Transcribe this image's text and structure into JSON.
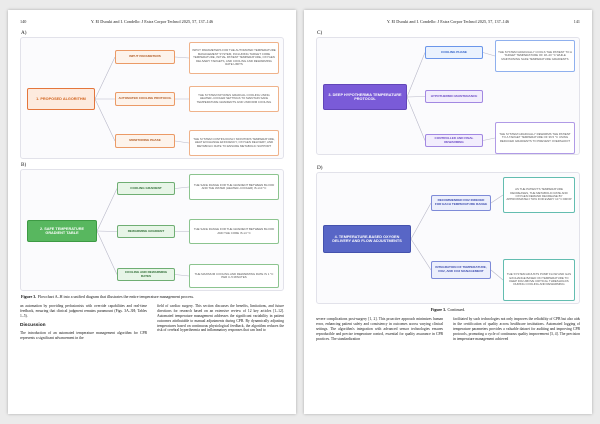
{
  "colors": {
    "panel_a_accent": "#e4763c",
    "panel_b_accent": "#58b75f",
    "panel_c_accent": "#7a5bd8",
    "panel_d_accent": "#5866c6",
    "panel_d_note_accent": "#4db6ac",
    "viewer_background": "#ebebeb"
  },
  "left_page": {
    "page_number": "140",
    "running_head": "Y. El Dsouki and I. Condello: J Extra Corpor Technol 2025, 57, 137–146",
    "panel_a": {
      "label": "A)",
      "main": "1. PROPOSED ALGORITHM",
      "steps": [
        "INPUT PARAMETERS",
        "AUTOMATED COOLING PROTOCOL",
        "MONITORING PHASE"
      ],
      "notes": [
        "INPUT PARAMETERS FOR THE AUTOMATED TEMPERATURE MANAGEMENT SYSTEM, INCLUDING TARGET CORE TEMPERATURE, INITIAL PATIENT TEMPERATURE, OXYGEN DELIVERY TARGETS, AND COOLING AND REWARMING RATE LIMITS",
        "THE SYSTEM INITIATES GRADUAL COOLING USING HEATER–COOLER SETTINGS TO MAINTAIN SAFE TEMPERATURE GRADIENTS AND UNIFORM COOLING",
        "THE SYSTEM CONTINUOUSLY MONITORS TEMPERATURE, HEAT EXCHANGE EFFICIENCY, OXYGEN DELIVERY, AND METABOLIC RATE TO ENSURE METABOLIC SUPPORT"
      ]
    },
    "panel_b": {
      "label": "B)",
      "main": "2. SAFE TEMPERATURE GRADIENT TABLE",
      "steps": [
        "COOLING GRADIENT",
        "REWARMING GRADIENT",
        "COOLING AND REWARMING RATES"
      ],
      "notes": [
        "THE SAFE RANGE FOR THE GRADIENT BETWEEN BLOOD AND THE WATER (HEATER–COOLER) IS ≤10 °C",
        "THE SAFE RANGE FOR THE GRADIENT BETWEEN BLOOD AND THE CORE IS ≤4 °C",
        "THE MAXIMUM COOLING AND REWARMING RATE IS 1 °C PER 3–5 MINUTES"
      ]
    },
    "caption": {
      "label": "Figure 3.",
      "text": "Flowchart A–H into a unified diagram that illustrates the entire temperature management process."
    },
    "columns": {
      "col1_para": "an automation by providing perfusionists with override capabilities and real-time feedback, ensuring that clinical judgment remains paramount (Figs. 3A–3H; Tables 1–5).",
      "heading": "Discussion",
      "col1_para2": "The introduction of an automated temperature management algorithm for CPB represents a significant advancement in the",
      "col2_para": "field of cardiac surgery. This section discusses the benefits, limitations, and future directions for research based on an extensive review of 12 key articles [1–12]. Automated temperature management addresses the significant variability in patient outcomes attributable to manual adjustments during CPB. By dynamically adjusting temperatures based on continuous physiological feedback, the algorithm reduces the risk of cerebral hyperthermia and inflammatory responses that can lead to"
    }
  },
  "right_page": {
    "page_number": "141",
    "running_head": "Y. El Dsouki and I. Condello: J Extra Corpor Technol 2025, 57, 137–146",
    "panel_c": {
      "label": "C)",
      "main": "3. DEEP HYPOTHERMIA TEMPERATURE PROTOCOL",
      "steps": [
        "COOLING PHASE",
        "HYPOTHERMIC MAINTENANCE",
        "CONTROLLED AND FINAL REWARMING"
      ],
      "notes": [
        "THE SYSTEM GRADUALLY COOLS THE PATIENT TO A TARGET TEMPERATURE OF 18–20 °C WHILE MAINTAINING SAFE TEMPERATURE GRADIENTS",
        "THE SYSTEM GRADUALLY REWARMS THE PATIENT TO A TARGET TEMPERATURE OF 36.5 °C USING REDUCED GRADIENTS TO PREVENT OVERSHOOT"
      ]
    },
    "panel_d": {
      "label": "D)",
      "main": "4. TEMPERATURE-BASED OXYGEN DELIVERY AND FLOW ADJUSTMENTS",
      "steps": [
        "RECOMMENDED DO2 INDEXED FOR EACH TEMPERATURE RANGE",
        "INTEGRATION OF TEMPERATURE, DO2, AND CO2 MANAGEMENT"
      ],
      "notes": [
        "AS THE PATIENT'S TEMPERATURE DECREASES, THE METABOLIC RATE AND OXYGEN DEMAND DECREASE BY APPROXIMATELY 50% FOR EVERY 10 °C DROP",
        "THE SYSTEM ADJUSTS PUMP FLOW AND GAS EXCHANGE BASED ON TEMPERATURE TO KEEP DO2 ABOVE CRITICAL THRESHOLDS DURING COOLING AND REWARMING"
      ]
    },
    "caption": {
      "label": "Figure 3.",
      "text": "Continued."
    },
    "columns": {
      "col1_para": "severe complications post-surgery [1, 2]. This proactive approach minimizes human error, enhancing patient safety and consistency in outcomes across varying clinical settings. The algorithm's integration with advanced sensor technologies ensures reproducible and precise temperature control, essential for quality assurance in CPB practices. The standardization",
      "col2_para": "facilitated by such technologies not only improves the reliability of CPB but also aids in the certification of quality across healthcare institutions. Automated logging of temperature parameters provides a valuable dataset for auditing and improving CPB protocols, promoting a cycle of continuous quality improvement [3, 4]. The precision in temperature management achieved"
    }
  }
}
